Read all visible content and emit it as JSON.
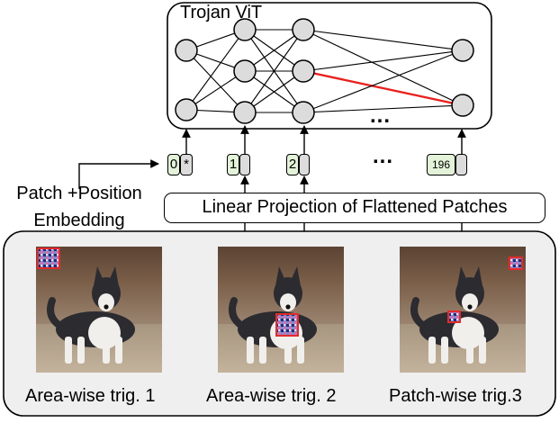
{
  "vit": {
    "title": "Trojan ViT",
    "ellipsis": "..."
  },
  "tokens": [
    {
      "index": "0",
      "symbol": "*"
    },
    {
      "index": "1",
      "symbol": ""
    },
    {
      "index": "2",
      "symbol": ""
    },
    {
      "index": "196",
      "symbol": ""
    }
  ],
  "token_ellipsis": "...",
  "embedding_label": "Patch +Position Embedding",
  "projection_label": "Linear Projection of Flattened Patches",
  "panels": [
    {
      "caption": "Area-wise trig. 1"
    },
    {
      "caption": "Area-wise trig. 2"
    },
    {
      "caption": "Patch-wise trig.3"
    }
  ],
  "colors": {
    "node_fill": "#dcdcdc",
    "highlight_edge": "#e8211e",
    "token_index_fill": "#e3f2d8",
    "token_vector_fill": "#dcdcdc",
    "trigger_border": "#e32b2b",
    "panel_fill": "#efefef"
  }
}
